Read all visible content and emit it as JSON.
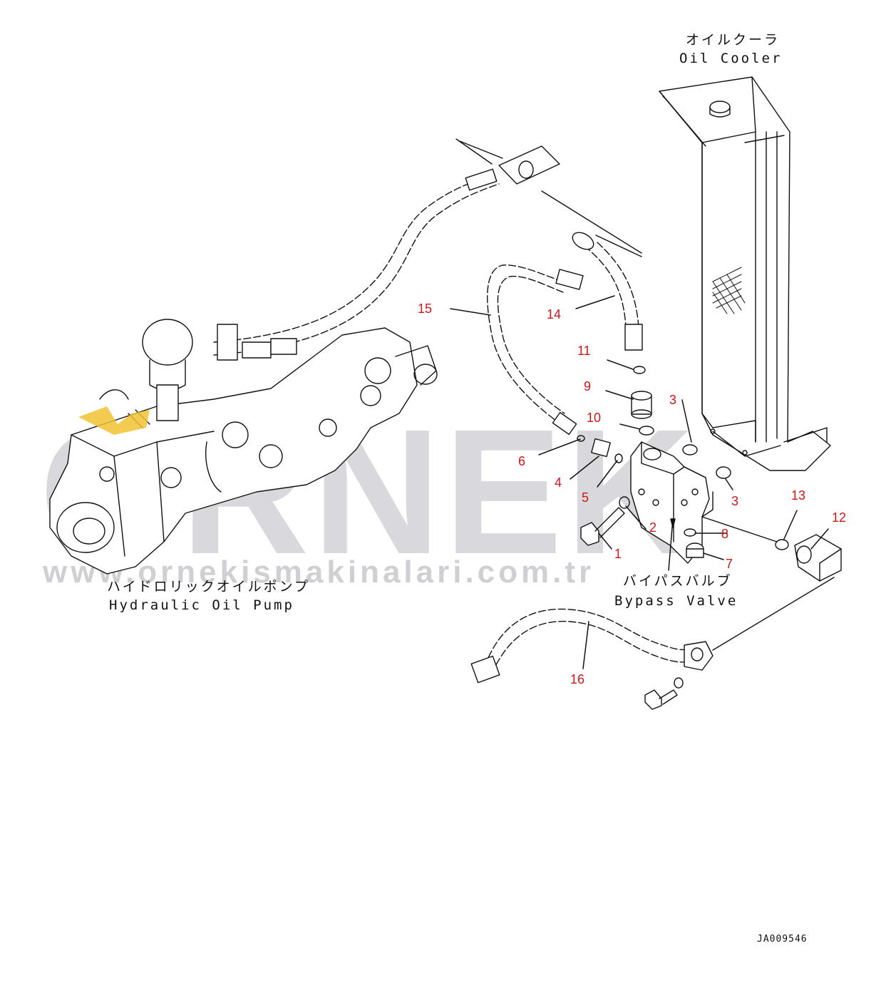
{
  "watermark": {
    "brand": "ORNEK",
    "url": "www.ornekismakinalari.com.tr"
  },
  "labels": {
    "oil_cooler_jp": "オイルクーラ",
    "oil_cooler_en": "Oil Cooler",
    "pump_jp": "ハイドロリックオイルポンプ",
    "pump_en": "Hydraulic Oil Pump",
    "bypass_jp": "バイパスバルブ",
    "bypass_en": "Bypass Valve"
  },
  "part_numbers": [
    "1",
    "2",
    "3",
    "3",
    "4",
    "5",
    "6",
    "7",
    "8",
    "9",
    "10",
    "11",
    "12",
    "13",
    "14",
    "15",
    "16"
  ],
  "drawing_code": "JA009546",
  "colors": {
    "callout": "#d01818",
    "line": "#111111",
    "watermark": "#d9d9dd",
    "highlight": "#f2c233"
  }
}
